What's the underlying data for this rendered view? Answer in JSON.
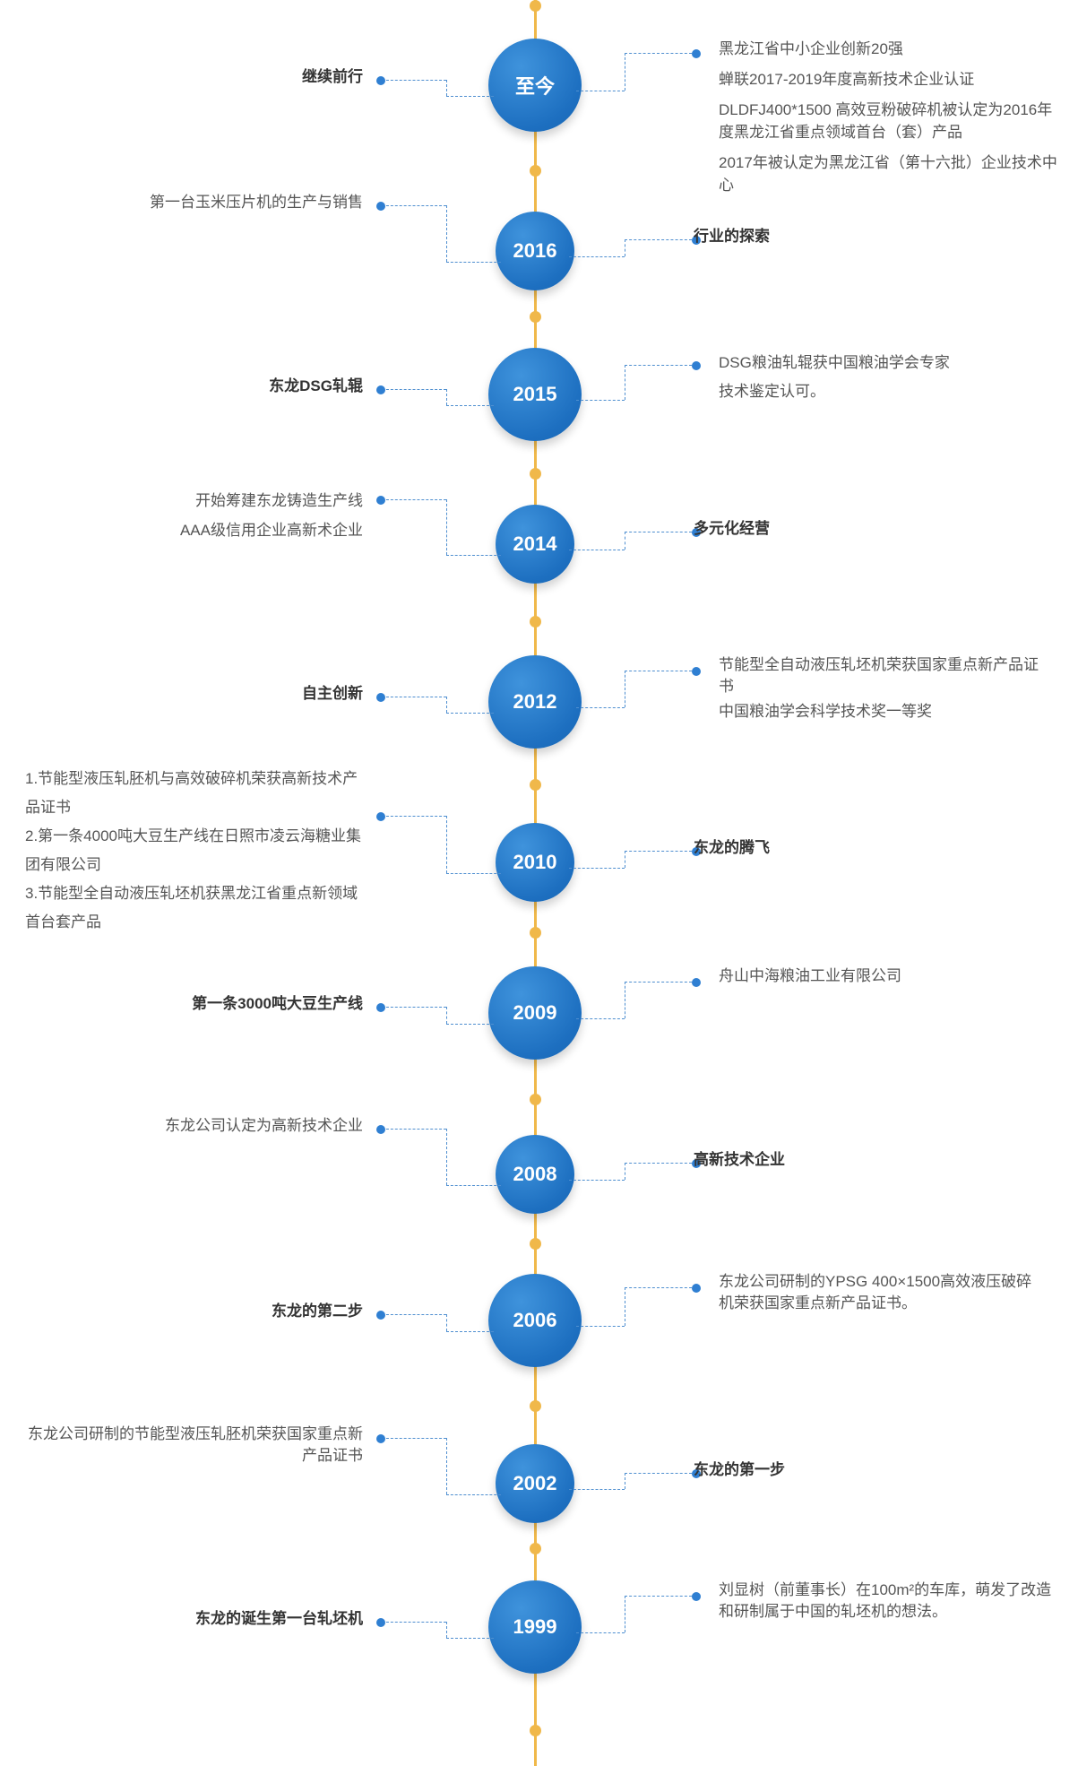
{
  "timeline": [
    {
      "year": "至今",
      "left": [
        "继续前行"
      ],
      "left_bold": true,
      "right": [
        "黑龙江省中小企业创新20强",
        "蝉联2017-2019年度高新技术企业认证",
        "DLDFJ400*1500 高效豆粉破碎机被认定为2016年度黑龙江省重点领域首台（套）产品",
        "2017年被认定为黑龙江省（第十六批）企业技术中心"
      ],
      "right_bold": false
    },
    {
      "year": "2016",
      "left": [
        "第一台玉米压片机的生产与销售"
      ],
      "left_bold": false,
      "right": [
        "行业的探索"
      ],
      "right_bold": true
    },
    {
      "year": "2015",
      "left": [
        "东龙DSG轧辊"
      ],
      "left_bold": true,
      "right": [
        "DSG粮油轧辊获中国粮油学会专家",
        "技术鉴定认可。"
      ],
      "right_bold": false
    },
    {
      "year": "2014",
      "left": [
        "开始筹建东龙铸造生产线",
        "AAA级信用企业高新术企业"
      ],
      "left_bold": false,
      "right": [
        "多元化经营"
      ],
      "right_bold": true
    },
    {
      "year": "2012",
      "left": [
        "自主创新"
      ],
      "left_bold": true,
      "right": [
        "节能型全自动液压轧坯机荣获国家重点新产品证书",
        "中国粮油学会科学技术奖一等奖"
      ],
      "right_bold": false
    },
    {
      "year": "2010",
      "left": [
        "1.节能型液压轧胚机与高效破碎机荣获高新技术产品证书",
        "2.第一条4000吨大豆生产线在日照市凌云海糖业集团有限公司",
        "3.节能型全自动液压轧坯机获黑龙江省重点新领域首台套产品"
      ],
      "left_bold": false,
      "right": [
        "东龙的腾飞"
      ],
      "right_bold": true
    },
    {
      "year": "2009",
      "left": [
        "第一条3000吨大豆生产线"
      ],
      "left_bold": true,
      "right": [
        "舟山中海粮油工业有限公司"
      ],
      "right_bold": false
    },
    {
      "year": "2008",
      "left": [
        "东龙公司认定为高新技术企业"
      ],
      "left_bold": false,
      "right": [
        "高新技术企业"
      ],
      "right_bold": true
    },
    {
      "year": "2006",
      "left": [
        "东龙的第二步"
      ],
      "left_bold": true,
      "right": [
        "东龙公司研制的YPSG 400×1500高效液压破碎机荣获国家重点新产品证书。"
      ],
      "right_bold": false
    },
    {
      "year": "2002",
      "left": [
        "东龙公司研制的节能型液压轧胚机荣获国家重点新产品证书"
      ],
      "left_bold": false,
      "right": [
        "东龙的第一步"
      ],
      "right_bold": true
    },
    {
      "year": "1999",
      "left": [
        "东龙的诞生第一台轧坯机"
      ],
      "left_bold": true,
      "right": [
        "刘显树（前董事长）在100m²的车库，萌发了改造和研制属于中国的轧坯机的想法。"
      ],
      "right_bold": false
    }
  ],
  "colors": {
    "spine": "#f0b84a",
    "circle": "#1d6fc0",
    "connector": "#4f8fd0",
    "text": "#555555",
    "text_bold": "#333333"
  }
}
